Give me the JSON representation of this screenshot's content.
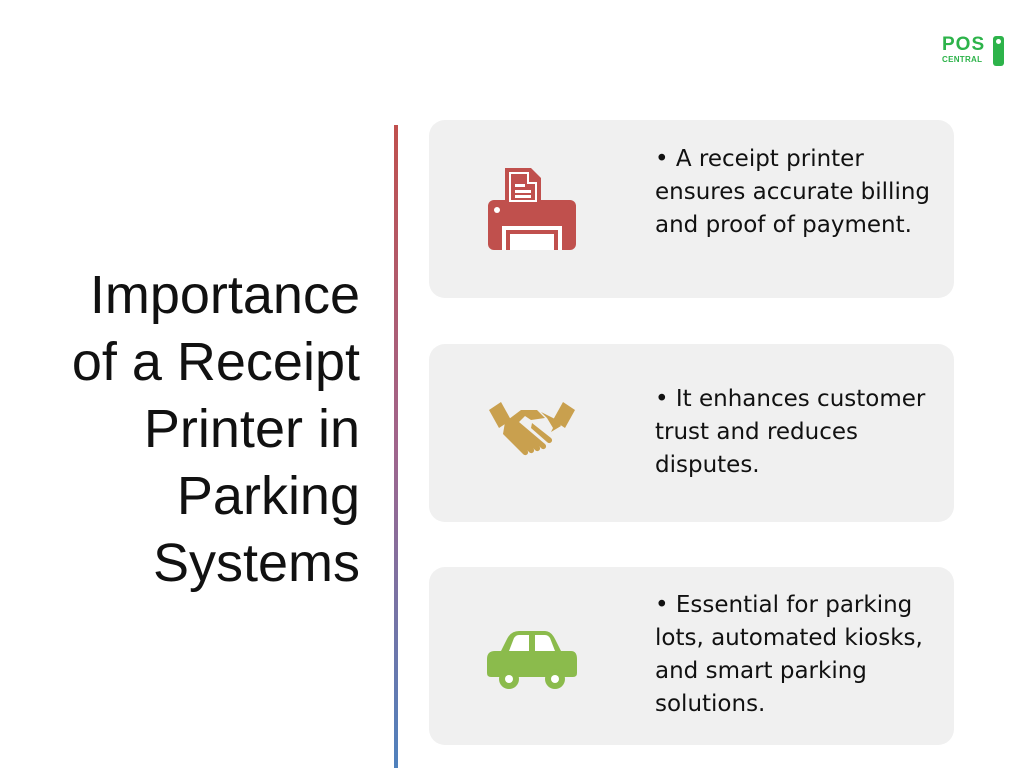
{
  "logo": {
    "brand_top": "POS",
    "brand_bottom": "CENTRAL",
    "colors": {
      "brand": "#2db34a"
    }
  },
  "title": {
    "lines": [
      "Importance",
      "of a Receipt",
      "Printer in",
      "Parking",
      "Systems"
    ]
  },
  "divider": {
    "color_top": "#c0504d",
    "color_bottom": "#4f81bd"
  },
  "cards": [
    {
      "icon": "printer-icon",
      "icon_color": "#c0504d",
      "text": "• A receipt printer ensures accurate billing and proof of payment."
    },
    {
      "icon": "handshake-icon",
      "icon_color": "#c9a04e",
      "text": "• It enhances customer trust and reduces disputes."
    },
    {
      "icon": "car-icon",
      "icon_color": "#8bbb4c",
      "text": "• Essential for parking lots, automated kiosks, and smart parking solutions."
    }
  ],
  "colors": {
    "card_bg": "#f0f0f0",
    "text": "#111111"
  }
}
